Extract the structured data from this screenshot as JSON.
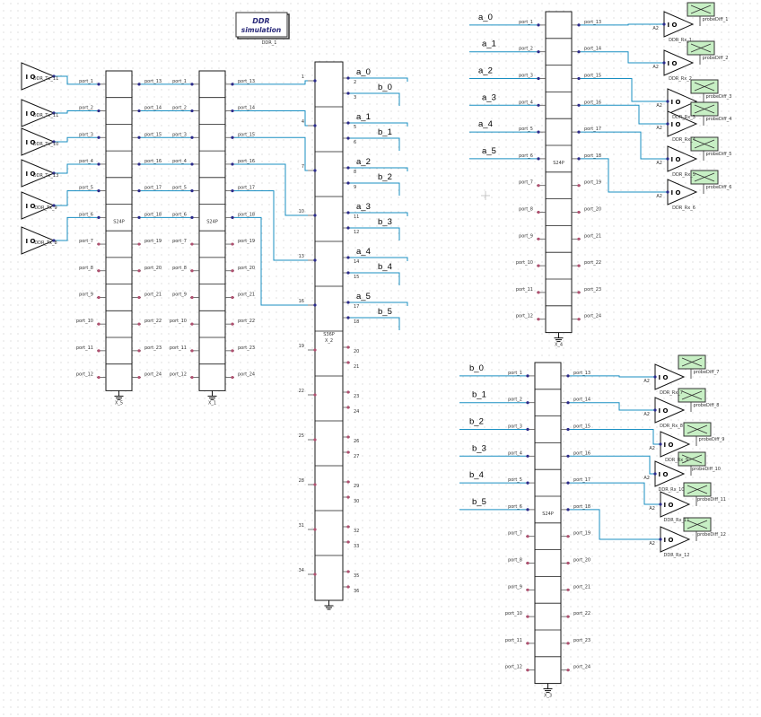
{
  "title_box": {
    "line1": "DDR",
    "line2": "simulation",
    "ref": "DDR_1"
  },
  "left": {
    "drivers": [
      "DDR_Tx_11",
      "DDR_Tx_11",
      "DDR_Tx_10",
      "DDR_Tx_13",
      "DDR_Tx_9",
      "DDR_Tx_8"
    ],
    "block_a": {
      "ports_left": [
        "port_1",
        "port_2",
        "port_3",
        "port_4",
        "port_5",
        "port_6",
        "port_7",
        "port_8",
        "port_9",
        "port_10",
        "port_11",
        "port_12"
      ],
      "ports_right": [
        "port_13",
        "port_14",
        "port_15",
        "port_16",
        "port_17",
        "port_18",
        "port_19",
        "port_20",
        "port_21",
        "port_22",
        "port_23",
        "port_24"
      ],
      "type": "S24P",
      "ref": "X_5"
    },
    "block_b": {
      "ports_left": [
        "port_1",
        "port_2",
        "port_3",
        "port_4",
        "port_5",
        "port_6",
        "port_7",
        "port_8",
        "port_9",
        "port_10",
        "port_11",
        "port_12"
      ],
      "ports_right": [
        "port_13",
        "port_14",
        "port_15",
        "port_16",
        "port_17",
        "port_18",
        "port_19",
        "port_20",
        "port_21",
        "port_22",
        "port_23",
        "port_24"
      ],
      "type": "S24P",
      "ref": "X_1"
    },
    "block_c": {
      "left_pins": [
        "1",
        "4",
        "7",
        "10",
        "13",
        "16",
        "19",
        "22",
        "25",
        "28",
        "31",
        "34"
      ],
      "right_pins": [
        "2",
        "3",
        "5",
        "6",
        "8",
        "9",
        "11",
        "12",
        "14",
        "15",
        "17",
        "18",
        "20",
        "21",
        "23",
        "24",
        "26",
        "27",
        "29",
        "30",
        "32",
        "33",
        "35",
        "36"
      ],
      "type": "S36P",
      "ref": "X_2",
      "nets": [
        "a_0",
        "b_0",
        "a_1",
        "b_1",
        "a_2",
        "b_2",
        "a_3",
        "b_3",
        "a_4",
        "b_4",
        "a_5",
        "b_5"
      ]
    }
  },
  "right_top": {
    "nets": [
      "a_0",
      "a_1",
      "a_2",
      "a_3",
      "a_4",
      "a_5"
    ],
    "ports_left": [
      "port_1",
      "port_2",
      "port_3",
      "port_4",
      "port_5",
      "port_6",
      "port_7",
      "port_8",
      "port_9",
      "port_10",
      "port_11",
      "port_12"
    ],
    "ports_right": [
      "port_13",
      "port_14",
      "port_15",
      "port_16",
      "port_17",
      "port_18",
      "port_19",
      "port_20",
      "port_21",
      "port_22",
      "port_23",
      "port_24"
    ],
    "type": "S24P",
    "ref": "X_4",
    "receivers": [
      "DDR_Rx_1",
      "DDR_Rx_2",
      "DDR_Rx_3",
      "DDR_Rx_4",
      "DDR_Rx_5",
      "DDR_Rx_6"
    ],
    "probes": [
      "probeDiff_1",
      "probeDiff_2",
      "probeDiff_3",
      "probeDiff_4",
      "probeDiff_5",
      "probeDiff_6"
    ],
    "pin_label": "A2"
  },
  "right_bottom": {
    "nets": [
      "b_0",
      "b_1",
      "b_2",
      "b_3",
      "b_4",
      "b_5"
    ],
    "ports_left": [
      "port_1",
      "port_2",
      "port_3",
      "port_4",
      "port_5",
      "port_6",
      "port_7",
      "port_8",
      "port_9",
      "port_10",
      "port_11",
      "port_12"
    ],
    "ports_right": [
      "port_13",
      "port_14",
      "port_15",
      "port_16",
      "port_17",
      "port_18",
      "port_19",
      "port_20",
      "port_21",
      "port_22",
      "port_23",
      "port_24"
    ],
    "type": "S24P",
    "ref": "X_3",
    "receivers": [
      "DDR_Rx_7",
      "DDR_Rx_8",
      "DDR_Rx_9",
      "DDR_Rx_10",
      "DDR_Rx_11",
      "DDR_Rx_12"
    ],
    "probes": [
      "probeDiff_7",
      "probeDiff_8",
      "probeDiff_9",
      "probeDiff_10",
      "probeDiff_11",
      "probeDiff_12"
    ],
    "pin_label": "A2"
  },
  "colors": {
    "wire": "#1a8fc2",
    "outline": "#1a1a1a",
    "pin_dot": "#2b2b8c",
    "pin_dot_off": "#b05070",
    "probe_fill": "#c7efc4"
  }
}
